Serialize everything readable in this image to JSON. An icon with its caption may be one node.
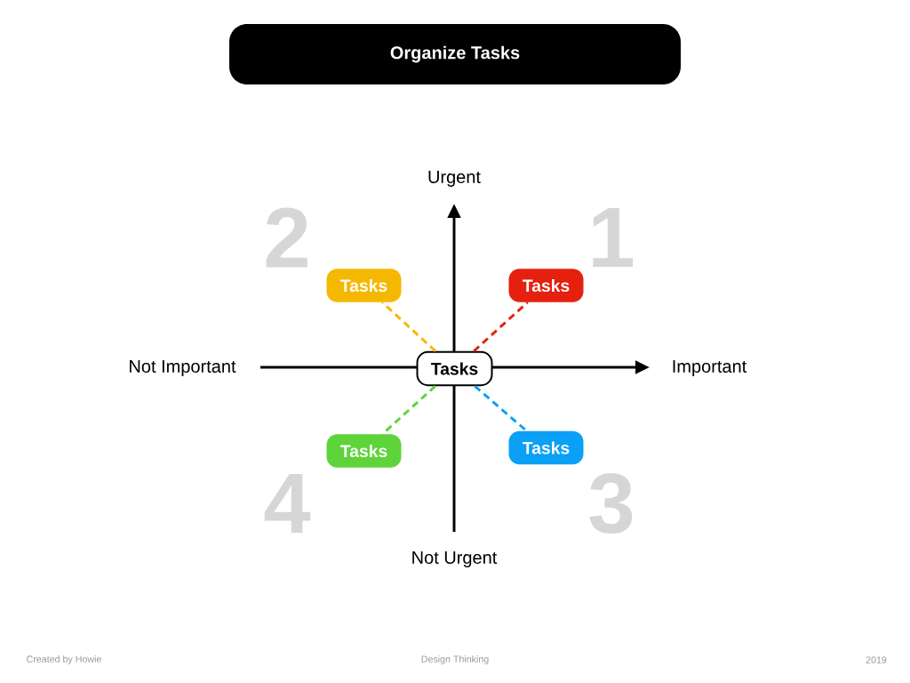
{
  "diagram": {
    "title": "Organize Tasks",
    "nodes": [
      {
        "text": [
          "Tasks"
        ]
      },
      {
        "text": [
          "Tasks"
        ]
      },
      {
        "text": [
          "Tasks"
        ]
      },
      {
        "text": [
          "Tasks"
        ]
      },
      {
        "text": [
          "Tasks"
        ]
      }
    ],
    "edges": [
      {
        "from": 2,
        "to": 0,
        "arrow": "none",
        "style": "dashed",
        "color": "#f5b800"
      },
      {
        "from": 2,
        "to": 1,
        "arrow": "none",
        "style": "dashed",
        "color": "#e5200f"
      },
      {
        "from": 2,
        "to": 3,
        "arrow": "none",
        "style": "dashed",
        "color": "#5ed43a"
      },
      {
        "from": 2,
        "to": 4,
        "arrow": "none",
        "style": "dashed",
        "color": "#0aa0f5"
      }
    ],
    "labels": [
      "Urgent",
      "2",
      "1",
      "Not Important",
      "Important",
      "4",
      "3",
      "Not Urgent",
      "Created by Howie",
      "Design Thinking",
      "2019"
    ]
  }
}
